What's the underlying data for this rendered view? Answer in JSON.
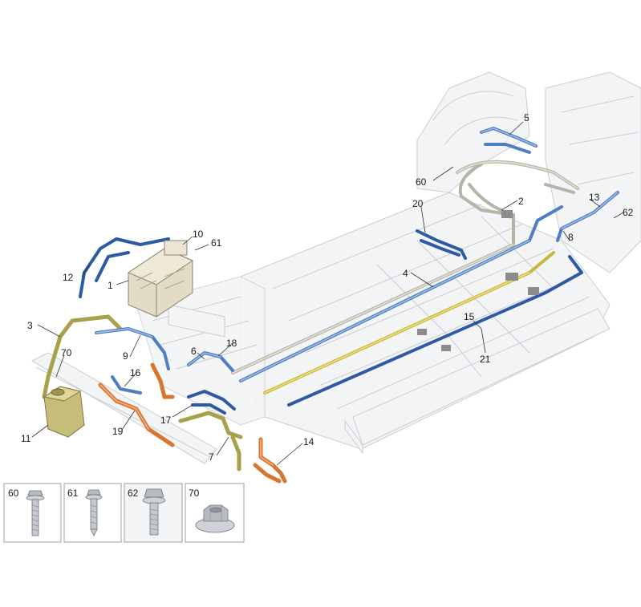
{
  "diagram": {
    "callouts": [
      "1",
      "2",
      "3",
      "4",
      "5",
      "6",
      "7",
      "8",
      "9",
      "10",
      "11",
      "12",
      "13",
      "14",
      "15",
      "16",
      "17",
      "18",
      "19",
      "20",
      "21",
      "60",
      "61",
      "62",
      "70"
    ],
    "legend": [
      "60",
      "61",
      "62",
      "70"
    ]
  }
}
